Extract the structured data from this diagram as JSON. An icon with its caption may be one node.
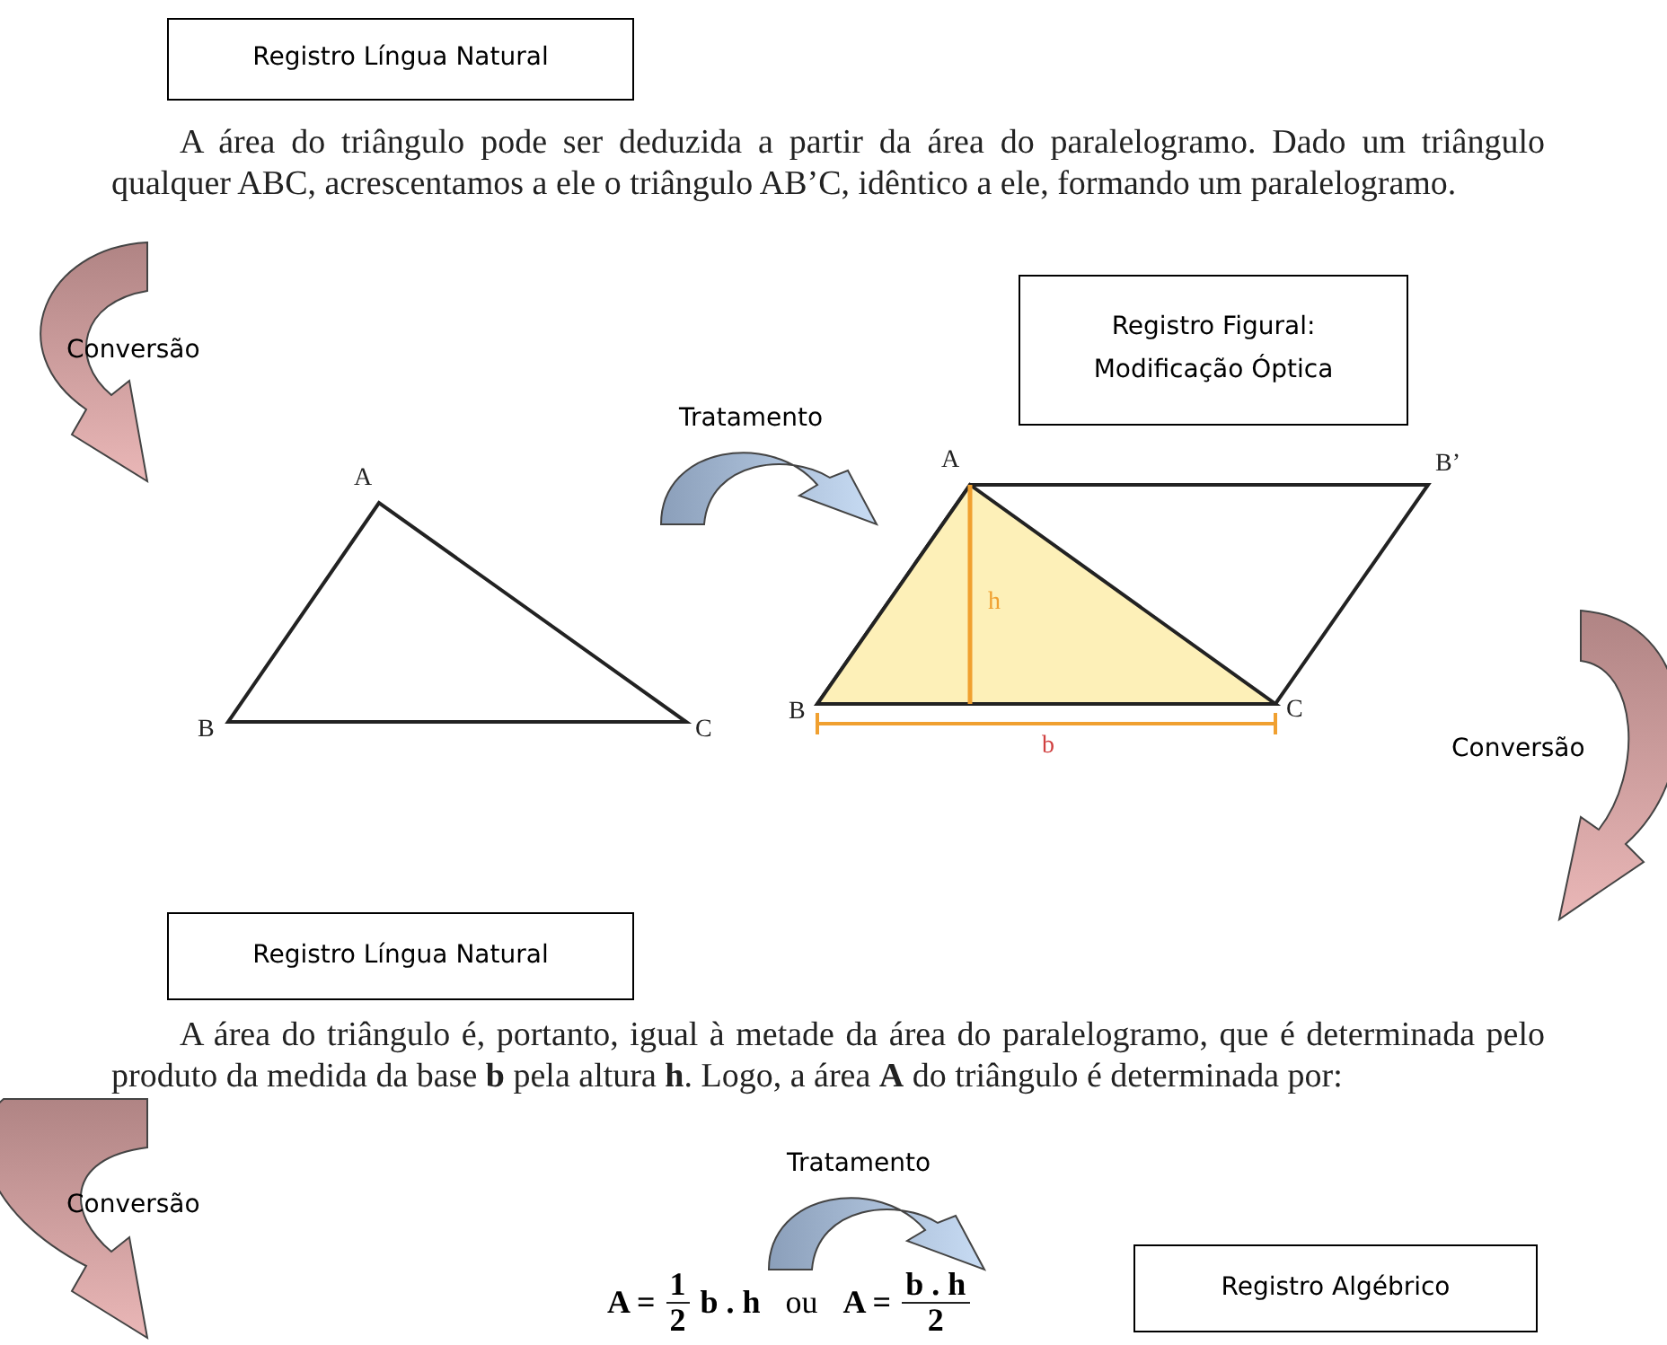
{
  "diagram": {
    "nodes": [
      {
        "text": [
          "Registro Língua Natural"
        ]
      },
      {
        "text": [
          "Registro Figural: Modificação Óptica"
        ]
      },
      {
        "text": [
          "Registro Língua Natural"
        ]
      },
      {
        "text": [
          "Registro Algébrico"
        ]
      }
    ],
    "labels": [
      "A área do triângulo pode ser deduzida a partir da área do paralelogramo. Dado um triângulo qualquer ABC, acrescentamos a ele o triângulo AB’C, idêntico a ele, formando um paralelogramo.",
      "Conversão",
      "Tratamento",
      "A",
      "B",
      "C",
      "A",
      "B’",
      "h",
      "B",
      "C",
      "b",
      "Conversão",
      "A área do triângulo é, portanto, igual à metade da área do paralelogramo, que é determinada pelo produto da medida da base **b** pela altura **h**. Logo, a área **A** do triângulo é determinada por:",
      "Conversão",
      "Tratamento",
      "A =",
      "1",
      "2",
      "b . h",
      "ou",
      "A =",
      "b . h",
      "2"
    ]
  }
}
